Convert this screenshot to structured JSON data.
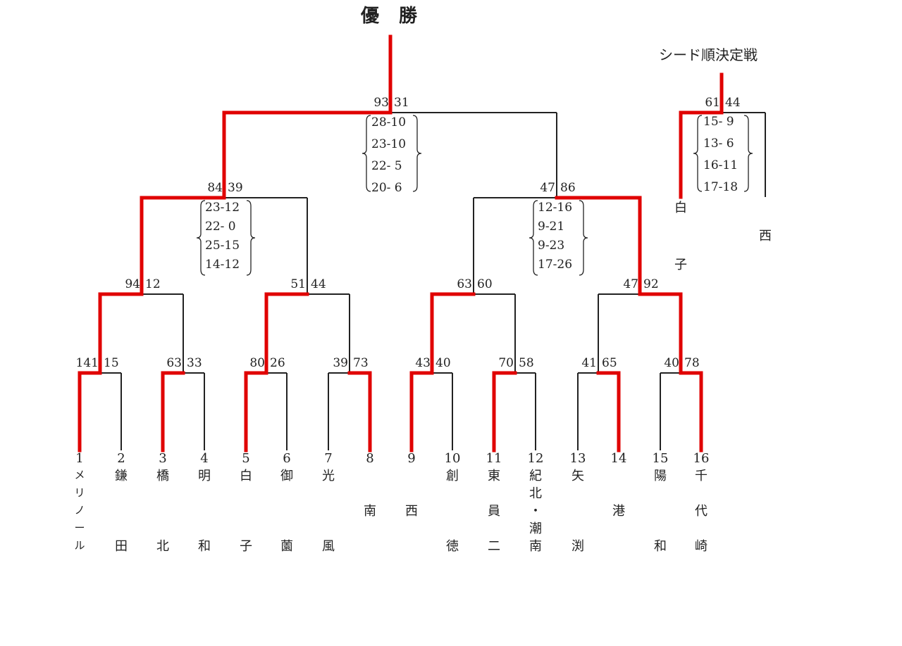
{
  "title": "優勝",
  "seed_title": "シード順決定戦",
  "colors": {
    "winner_line": "#e00000",
    "line": "#222222"
  },
  "teams": [
    {
      "no": "1",
      "name": [
        "メ",
        "リ",
        "ノ",
        "ー",
        "ル"
      ]
    },
    {
      "no": "2",
      "name": [
        "鎌",
        "田"
      ]
    },
    {
      "no": "3",
      "name": [
        "橋",
        "北"
      ]
    },
    {
      "no": "4",
      "name": [
        "明",
        "和"
      ]
    },
    {
      "no": "5",
      "name": [
        "白",
        "子"
      ]
    },
    {
      "no": "6",
      "name": [
        "御",
        "薗"
      ]
    },
    {
      "no": "7",
      "name": [
        "光",
        "風"
      ]
    },
    {
      "no": "8",
      "name": [
        "南"
      ]
    },
    {
      "no": "9",
      "name": [
        "西"
      ]
    },
    {
      "no": "10",
      "name": [
        "創",
        "徳"
      ]
    },
    {
      "no": "11",
      "name": [
        "東",
        "員",
        "二"
      ]
    },
    {
      "no": "12",
      "name": [
        "紀",
        "北",
        "・",
        "潮",
        "南"
      ]
    },
    {
      "no": "13",
      "name": [
        "矢",
        "渕"
      ]
    },
    {
      "no": "14",
      "name": [
        "港"
      ]
    },
    {
      "no": "15",
      "name": [
        "陽",
        "和"
      ]
    },
    {
      "no": "16",
      "name": [
        "千",
        "代",
        "崎"
      ]
    }
  ],
  "round1": [
    {
      "left": "141",
      "right": "15"
    },
    {
      "left": "63",
      "right": "33"
    },
    {
      "left": "80",
      "right": "26"
    },
    {
      "left": "39",
      "right": "73"
    },
    {
      "left": "43",
      "right": "40"
    },
    {
      "left": "70",
      "right": "58"
    },
    {
      "left": "41",
      "right": "65"
    },
    {
      "left": "40",
      "right": "78"
    }
  ],
  "round2": [
    {
      "left": "94",
      "right": "12"
    },
    {
      "left": "51",
      "right": "44"
    },
    {
      "left": "63",
      "right": "60"
    },
    {
      "left": "47",
      "right": "92"
    }
  ],
  "semis": [
    {
      "left": "84",
      "right": "39",
      "sets": [
        "23-12",
        "22- 0",
        "25-15",
        "14-12"
      ]
    },
    {
      "left": "47",
      "right": "86",
      "sets": [
        "12-16",
        " 9-21",
        " 9-23",
        "17-26"
      ]
    }
  ],
  "final": {
    "left": "93",
    "right": "31",
    "sets": [
      "28-10",
      "23-10",
      "22- 5",
      "20- 6"
    ]
  },
  "seed_match": {
    "left": "61",
    "right": "44",
    "sets": [
      "15- 9",
      "13- 6",
      "16-11",
      "17-18"
    ],
    "left_team": [
      "白",
      "子"
    ],
    "right_team": [
      "西"
    ]
  }
}
